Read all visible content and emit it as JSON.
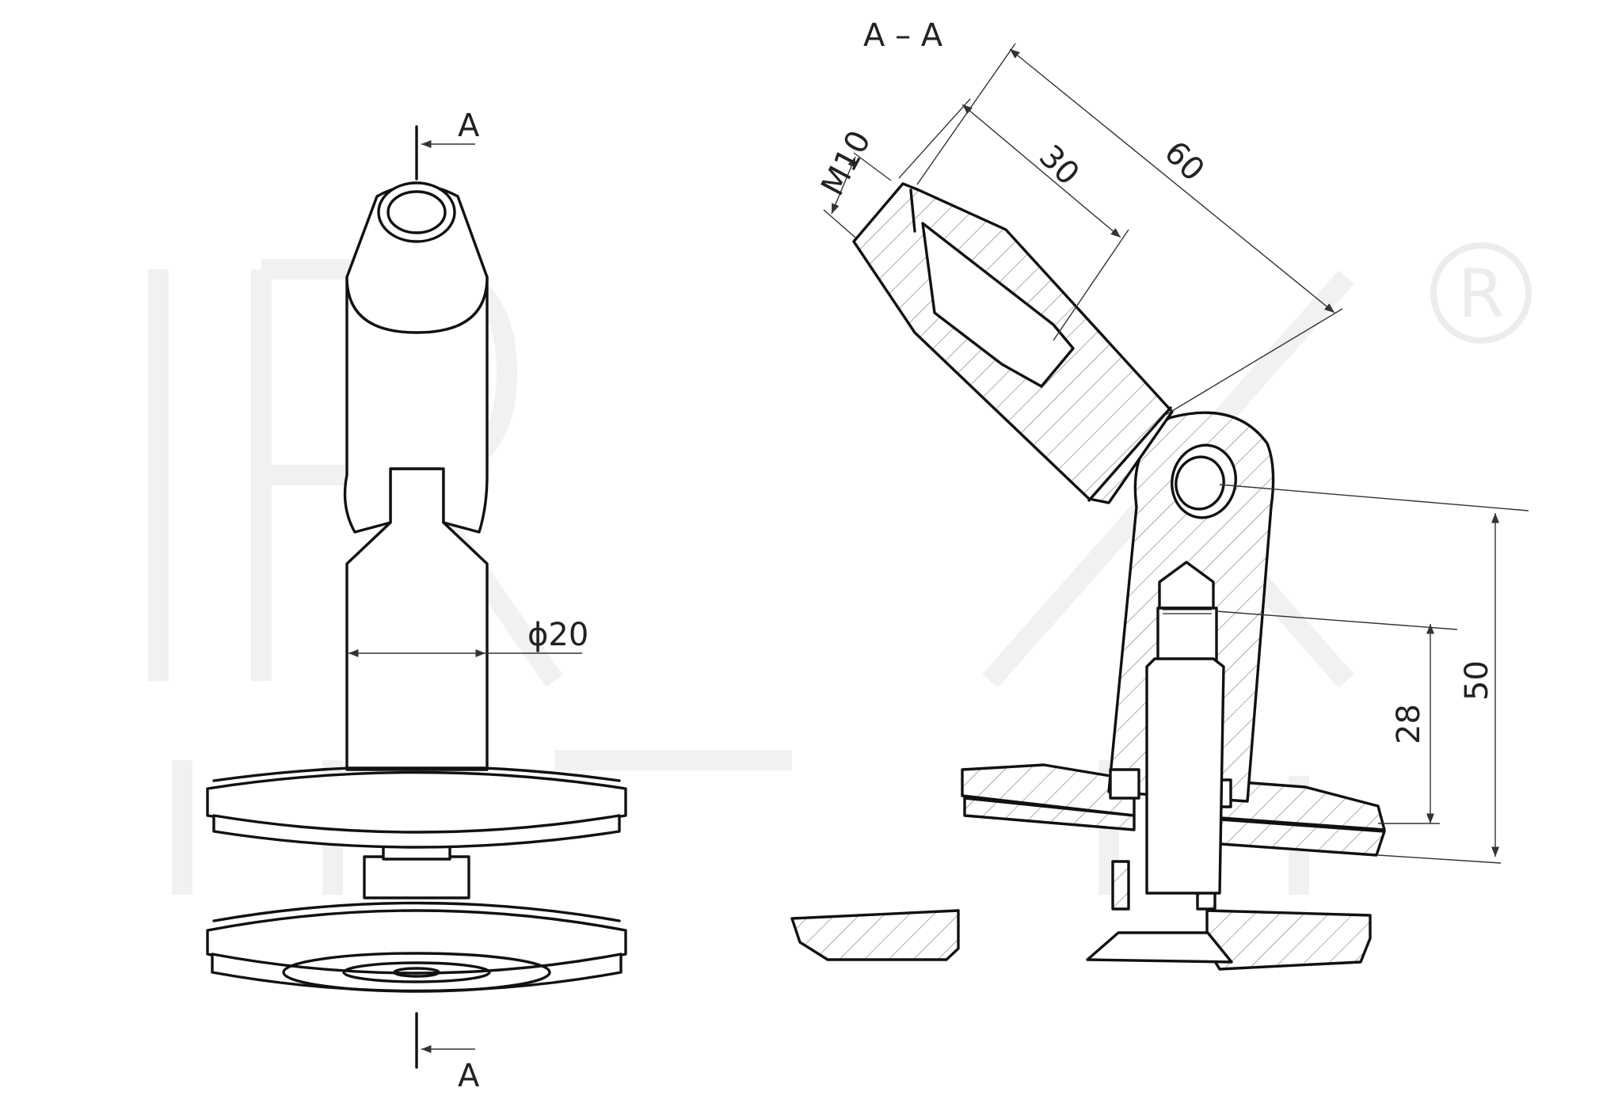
{
  "section_marker_top": "A",
  "section_marker_bottom": "A",
  "section_title": "A – A",
  "dimensions": {
    "diameter": "ϕ20",
    "thread": "M10",
    "d30": "30",
    "d60": "60",
    "d28": "28",
    "d50": "50"
  },
  "watermark": {
    "registered_mark": "R"
  },
  "colors": {
    "line": "#111111",
    "watermark": "#f1f1f1",
    "background": "#ffffff"
  }
}
